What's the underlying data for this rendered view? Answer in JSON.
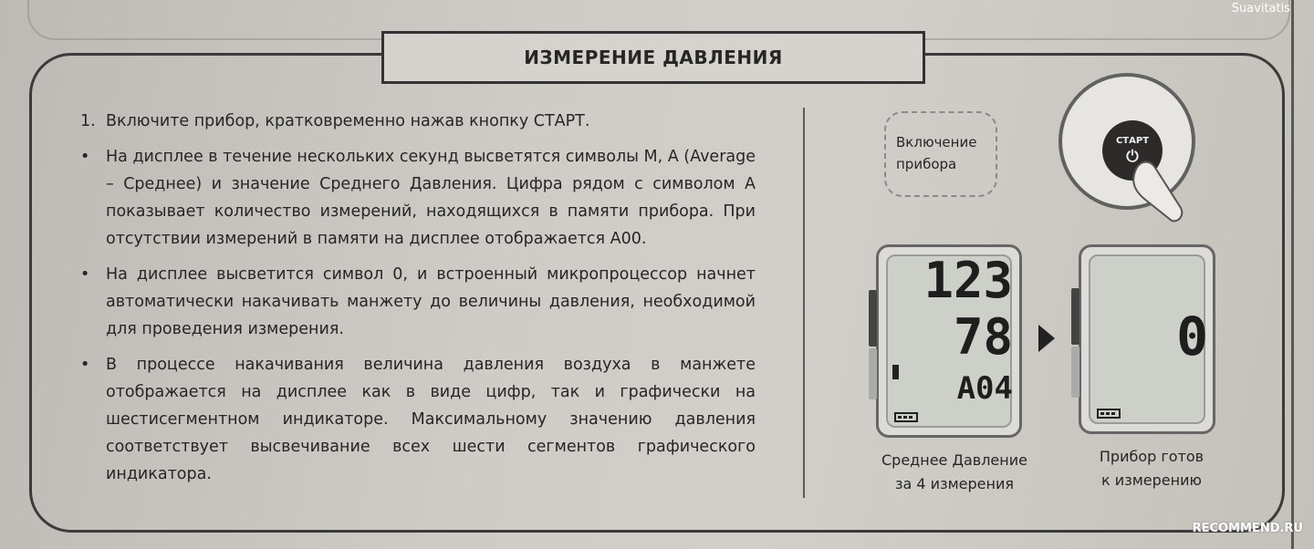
{
  "watermark_top": "Suavitatis",
  "title": "ИЗМЕРЕНИЕ ДАВЛЕНИЯ",
  "items": [
    {
      "marker": "1.",
      "text": "Включите прибор, кратковременно нажав кнопку СТАРТ."
    },
    {
      "marker": "•",
      "text": "На дисплее в течение нескольких секунд высветятся символы М, А (Average – Среднее) и значение Среднего Давления. Цифра рядом с символом А показывает количество измерений, находящихся в памяти прибора. При отсутствии измерений в памяти на дисплее отображается А00."
    },
    {
      "marker": "•",
      "text": "На дисплее высветится символ 0, и встроенный микропроцессор начнет автоматически накачивать манжету до величины давления, необходимой для проведения измерения."
    },
    {
      "marker": "•",
      "text": "В процессе накачивания величина давления воздуха в манжете отображается на дисплее как в виде цифр, так и графически на шестисегментном индикаторе. Максимальному значению давления соответствует высвечивание всех шести сегментов графического индикатора."
    }
  ],
  "power_on_label": "Включение прибора",
  "start_button_label": "СТАРТ",
  "display_left": {
    "line1": "123",
    "line2": "78",
    "line3": "A04"
  },
  "display_right": {
    "value": "0"
  },
  "caption_left": "Среднее Давление за 4 измерения",
  "caption_right": "Прибор готов к измерению",
  "watermark_bottom": "RECOMMEND.RU"
}
